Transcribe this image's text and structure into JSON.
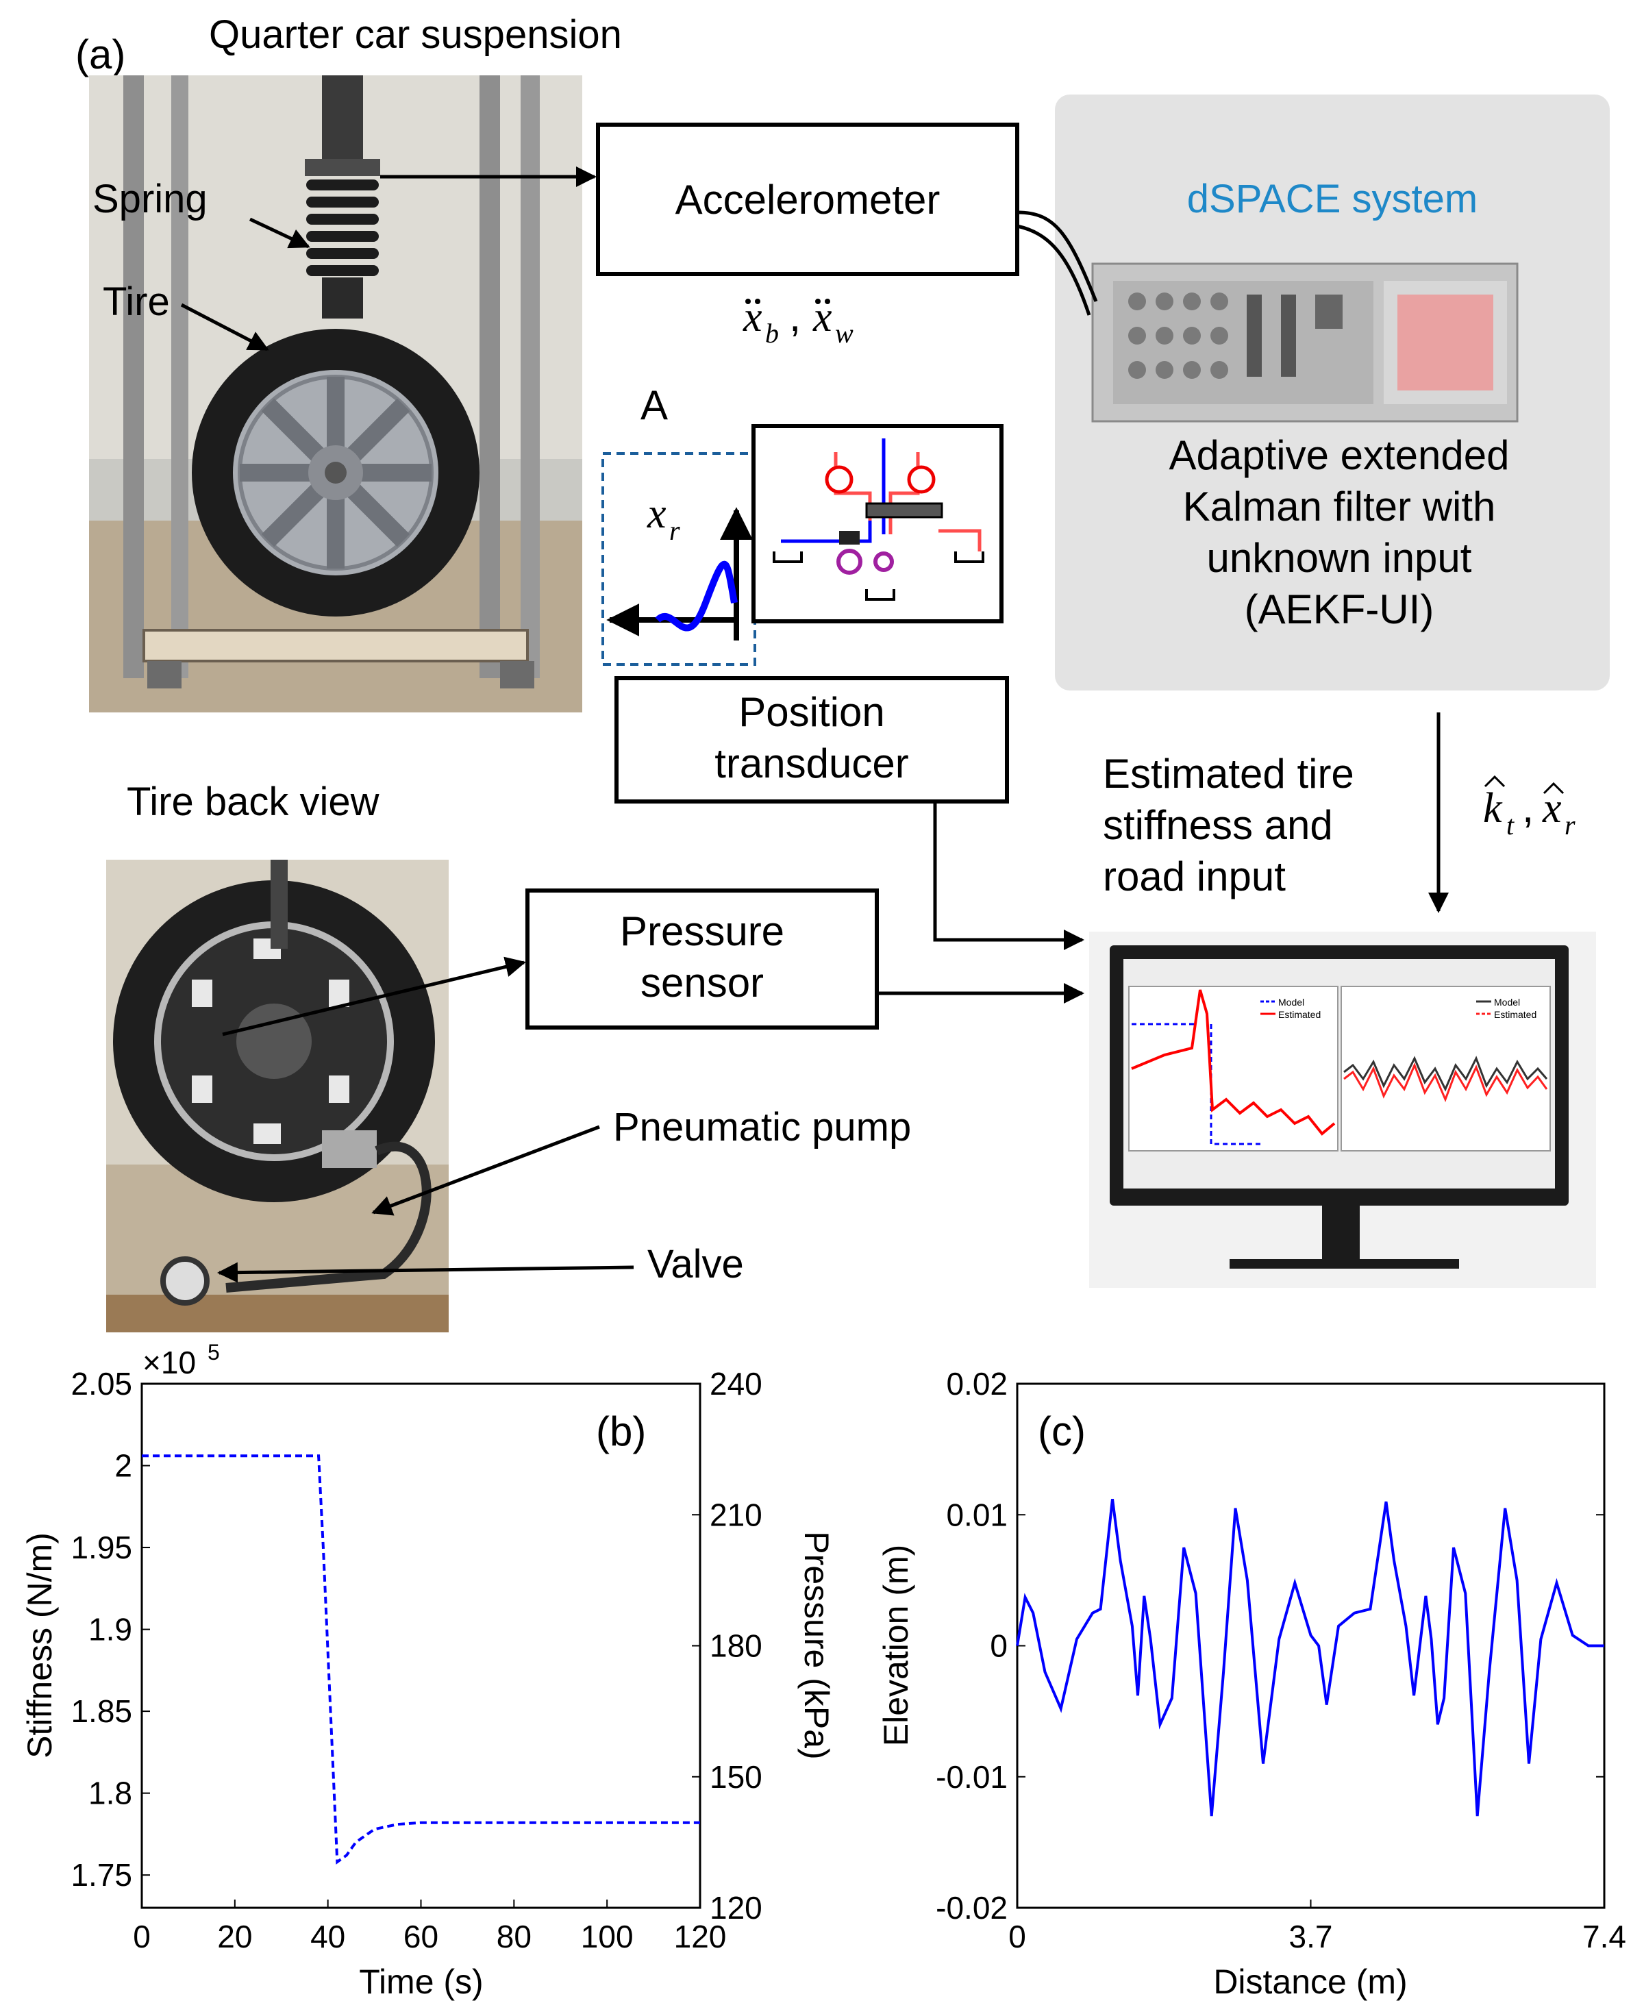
{
  "panel_a": {
    "label": "(a)",
    "photo_top_title": "Quarter car suspension",
    "spring_label": "Spring",
    "tire_label": "Tire",
    "photo_back_title": "Tire back view",
    "pump_label": "Pneumatic pump",
    "valve_label": "Valve",
    "accelerometer_label": "Accelerometer",
    "accel_signals": {
      "xb": "x",
      "xb_sub": "b",
      "sep": ",",
      "xw": "x",
      "xw_sub": "w"
    },
    "inset_label": "A",
    "road_input": {
      "x": "x",
      "sub": "r"
    },
    "position_box": [
      "Position",
      "transducer"
    ],
    "pressure_box": [
      "Pressure",
      "sensor"
    ],
    "dspace_title": "dSPACE system",
    "filter_text": [
      "Adaptive extended",
      "Kalman filter with",
      "unknown input",
      "(AEKF-UI)"
    ],
    "estimates": {
      "k": "k",
      "k_sub": "t",
      "sep": ",",
      "x": "x",
      "x_sub": "r"
    },
    "estimated_text": [
      "Estimated tire",
      "stiffness and",
      "road input"
    ],
    "monitor": {
      "left_legend": [
        "Model",
        "Estimated"
      ],
      "right_legend": [
        "Model",
        "Estimated"
      ]
    },
    "colors": {
      "dspace_title": "#1e88c8",
      "panel_bg": "#e3e3e3",
      "series": "#0000ff"
    }
  },
  "chart_data": [
    {
      "type": "line",
      "panel_label": "(b)",
      "xlabel": "Time (s)",
      "ylabel_left": "Stiffness (N/m)",
      "ylabel_right": "Pressure (kPa)",
      "exponent": "×10",
      "exponent_power": "5",
      "xlim": [
        0,
        120
      ],
      "ylim": [
        1.73,
        2.05
      ],
      "y2lim": [
        120,
        240
      ],
      "xticks": [
        "0",
        "20",
        "40",
        "60",
        "80",
        "100",
        "120"
      ],
      "yticks": [
        "1.75",
        "1.8",
        "1.85",
        "1.9",
        "1.95",
        "2",
        "2.05"
      ],
      "y2ticks": [
        "120",
        "150",
        "180",
        "210",
        "240"
      ],
      "line_style": "dashed",
      "x": [
        0,
        38,
        39,
        42,
        44,
        46,
        50,
        55,
        60,
        70,
        80,
        100,
        120
      ],
      "y": [
        2.006,
        2.006,
        1.95,
        1.758,
        1.762,
        1.77,
        1.778,
        1.781,
        1.782,
        1.782,
        1.782,
        1.782,
        1.782
      ]
    },
    {
      "type": "line",
      "panel_label": "(c)",
      "xlabel": "Distance (m)",
      "ylabel": "Elevation (m)",
      "xlim": [
        0,
        7.4
      ],
      "ylim": [
        -0.02,
        0.02
      ],
      "xticks": [
        "0",
        "3.7",
        "7.4"
      ],
      "yticks": [
        "-0.02",
        "-0.01",
        "0",
        "0.01",
        "0.02"
      ],
      "x": [
        0,
        0.1,
        0.2,
        0.35,
        0.55,
        0.75,
        0.95,
        1.05,
        1.2,
        1.3,
        1.45,
        1.52,
        1.6,
        1.68,
        1.8,
        1.95,
        2.1,
        2.25,
        2.45,
        2.6,
        2.75,
        2.9,
        3.1,
        3.3,
        3.5,
        3.7,
        3.8,
        3.9,
        4.05,
        4.25,
        4.45,
        4.65,
        4.75,
        4.9,
        5.0,
        5.15,
        5.22,
        5.3,
        5.38,
        5.5,
        5.65,
        5.8,
        5.95,
        6.15,
        6.3,
        6.45,
        6.6,
        6.8,
        7.0,
        7.2,
        7.4
      ],
      "y": [
        0,
        0.0037,
        0.0025,
        -0.002,
        -0.0048,
        0.0005,
        0.0025,
        0.0028,
        0.0112,
        0.0065,
        0.0015,
        -0.0038,
        0.0038,
        0.0005,
        -0.006,
        -0.004,
        0.0075,
        0.004,
        -0.013,
        -0.002,
        0.0105,
        0.005,
        -0.009,
        0.0005,
        0.0048,
        0.0008,
        0.0,
        -0.0045,
        0.0015,
        0.0025,
        0.0028,
        0.011,
        0.0065,
        0.0015,
        -0.0038,
        0.0038,
        0.0005,
        -0.006,
        -0.004,
        0.0075,
        0.004,
        -0.013,
        -0.002,
        0.0105,
        0.005,
        -0.009,
        0.0005,
        0.0048,
        0.0008,
        0.0,
        0.0
      ]
    }
  ]
}
